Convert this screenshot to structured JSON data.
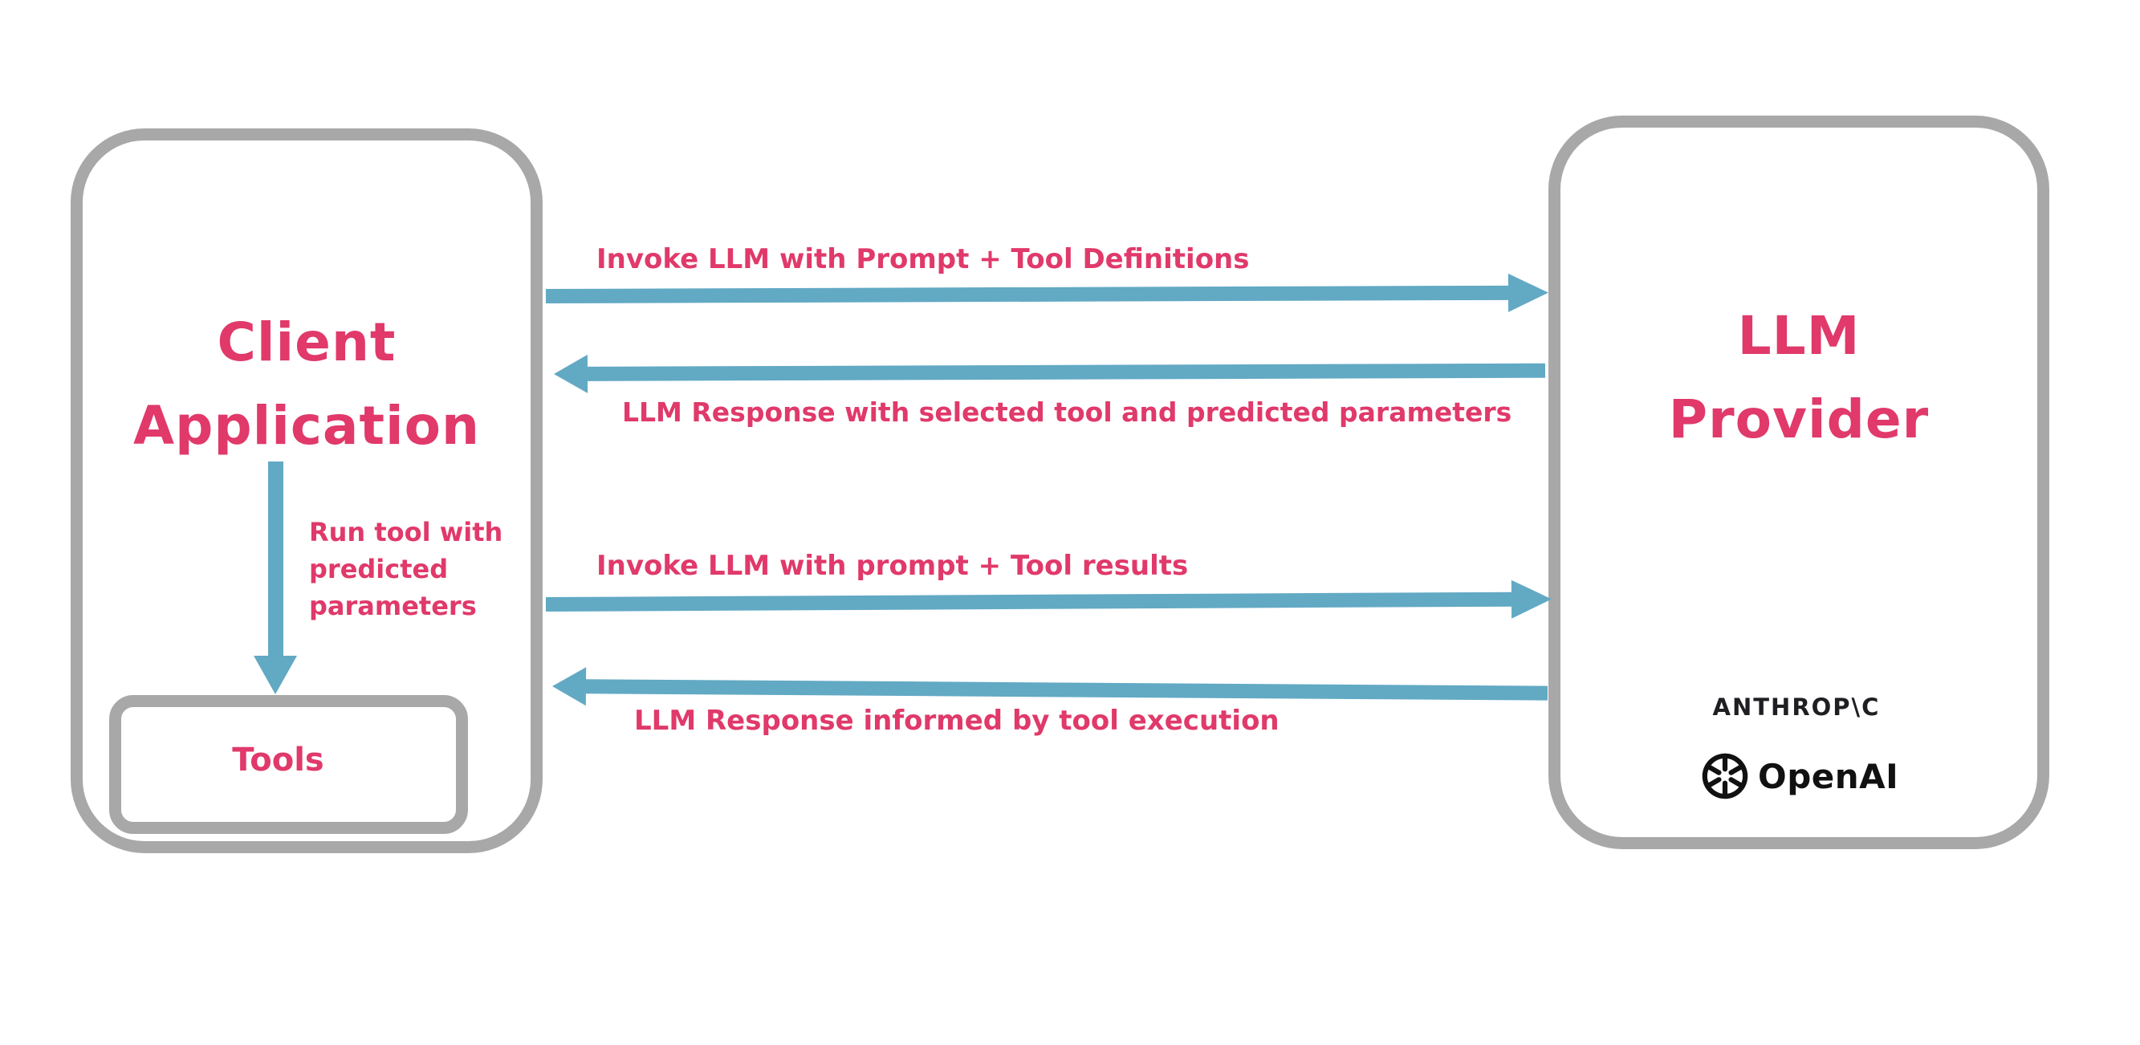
{
  "diagram": {
    "type": "sequence-flow",
    "background": "#ffffff"
  },
  "colors": {
    "accent_pink": "#e0396a",
    "arrow_blue": "#62a9c4",
    "border_gray": "#a8a8a8",
    "logo_dark": "#1f1f23"
  },
  "client_box": {
    "title_lines": [
      "Client",
      "Application"
    ],
    "run_tool_lines": [
      "Run tool with",
      "predicted",
      "parameters"
    ],
    "tools_label": "Tools"
  },
  "provider_box": {
    "title_lines": [
      "LLM",
      "Provider"
    ],
    "anthropic_wordmark": "ANTHROP\\C",
    "openai_wordmark": "OpenAI"
  },
  "arrows": [
    {
      "direction": "right",
      "from": "Client Application",
      "to": "LLM Provider",
      "label": "Invoke LLM with Prompt + Tool Definitions"
    },
    {
      "direction": "left",
      "from": "LLM Provider",
      "to": "Client Application",
      "label": "LLM Response with selected tool and predicted parameters"
    },
    {
      "direction": "right",
      "from": "Client Application",
      "to": "LLM Provider",
      "label": "Invoke LLM with prompt + Tool results"
    },
    {
      "direction": "left",
      "from": "LLM Provider",
      "to": "Client Application",
      "label": "LLM Response informed by tool execution"
    },
    {
      "direction": "down",
      "from": "Client Application",
      "to": "Tools",
      "label": "Run tool with predicted parameters"
    }
  ]
}
